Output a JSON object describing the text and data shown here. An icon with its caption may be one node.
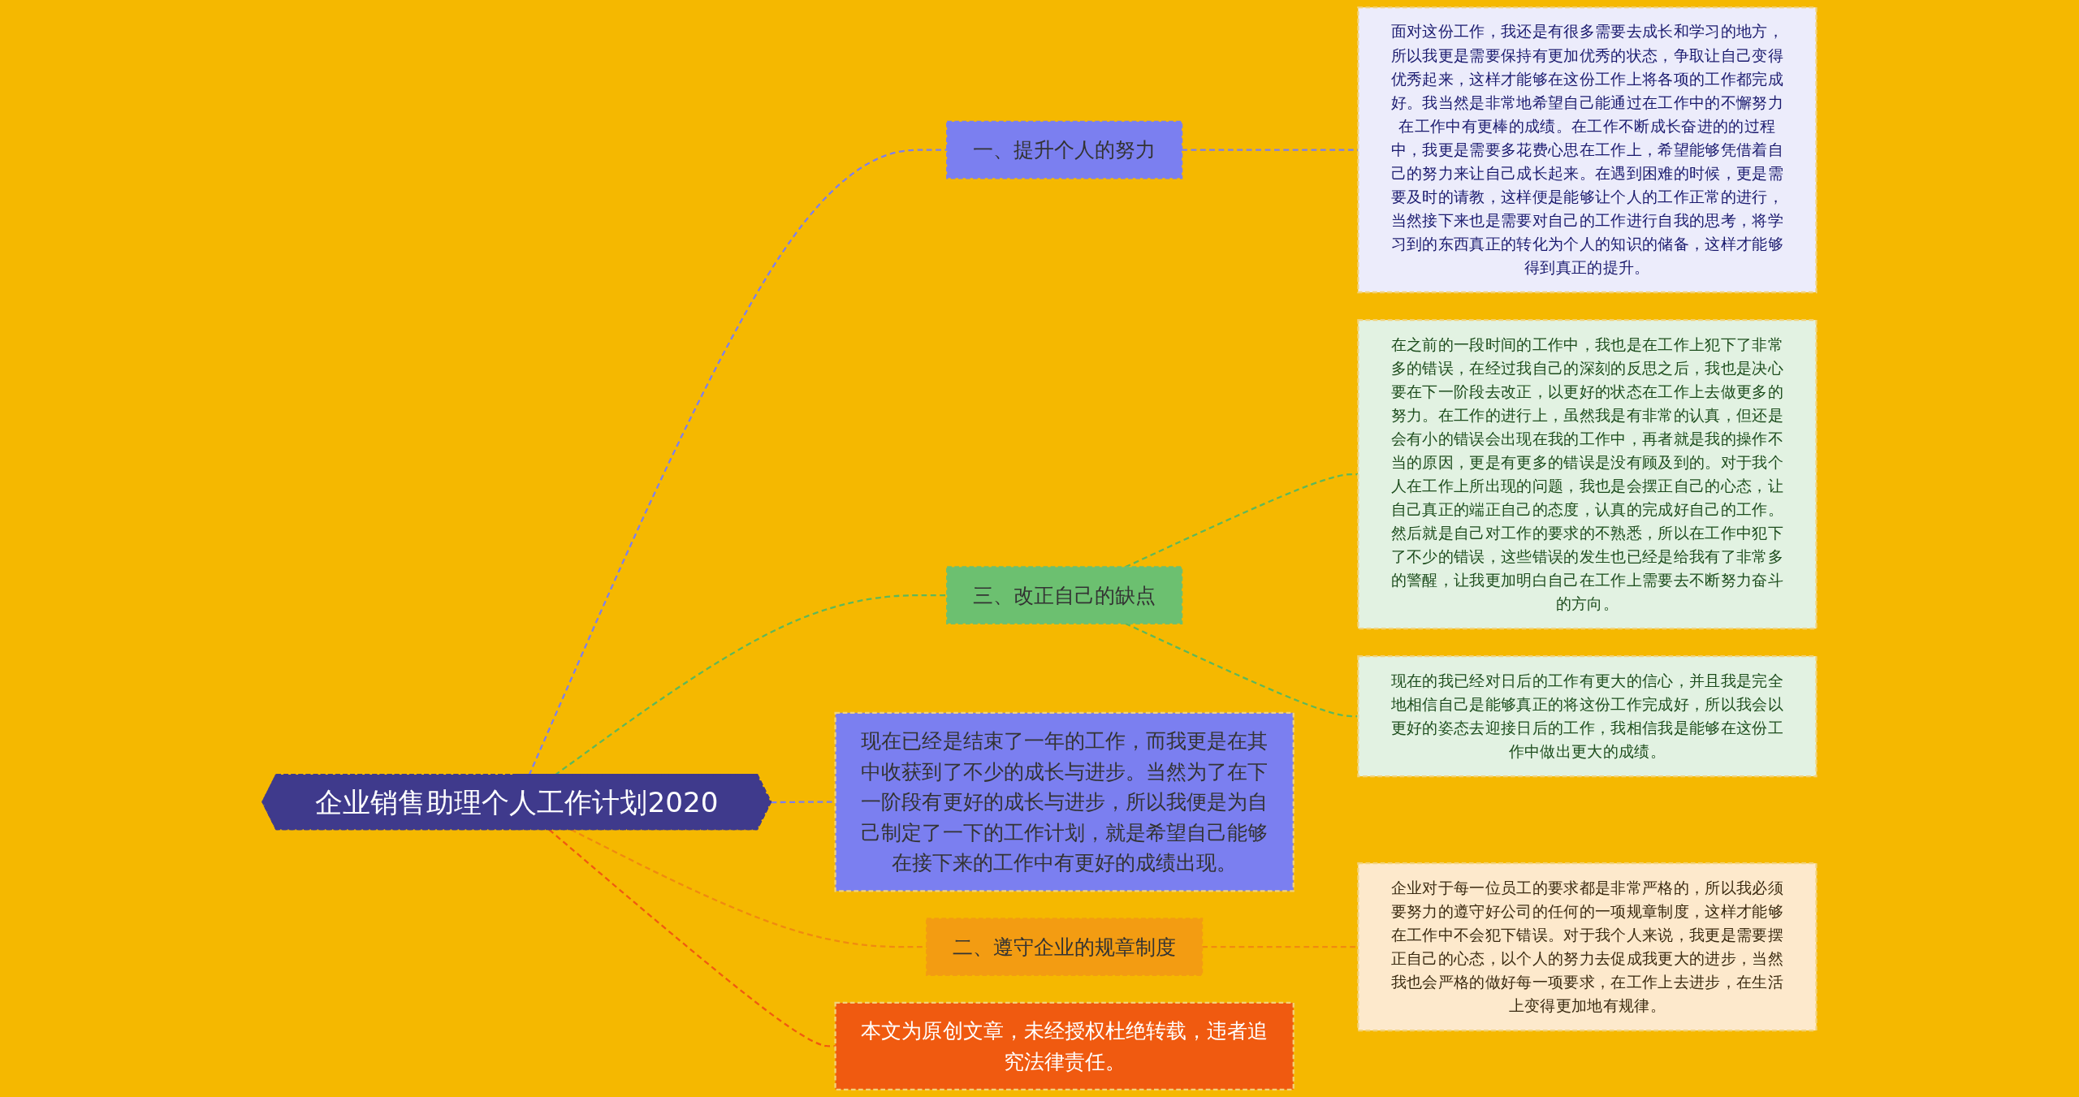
{
  "diagram": {
    "nodes": [
      {
        "text": [
          "企业销售助理个人工作计划2020"
        ]
      },
      {
        "text": [
          "一、提升个人的努力"
        ]
      },
      {
        "text": [
          "面对这份工作，我还是有很多需要去成长和学习的地方，所以我更是需要保持有更加优秀的状态，争取让自己变得优秀起来，这样才能够在这份工作上将各项的工作都完成好。我当然是非常地希望自己能通过在工作中的不懈努力在工作中有更棒的成绩。在工作不断成长奋进的的过程中，我更是需要多花费心思在工作上，希望能够凭借着自己的努力来让自己成长起来。在遇到困难的时候，更是需要及时的请教，这样便是能够让个人的工作正常的进行，当然接下来也是需要对自己的工作进行自我的思考，将学习到的东西真正的转化为个人的知识的储备，这样才能够得到真正的提升。"
        ]
      },
      {
        "text": [
          "三、改正自己的缺点"
        ]
      },
      {
        "text": [
          "在之前的一段时间的工作中，我也是在工作上犯下了非常多的错误，在经过我自己的深刻的反思之后，我也是决心要在下一阶段去改正，以更好的状态在工作上去做更多的努力。在工作的进行上，虽然我是有非常的认真，但还是会有小的错误会出现在我的工作中，再者就是我的操作不当的原因，更是有更多的错误是没有顾及到的。对于我个人在工作上所出现的问题，我也是会摆正自己的心态，让自己真正的端正自己的态度，认真的完成好自己的工作。然后就是自己对工作的要求的不熟悉，所以在工作中犯下了不少的错误，这些错误的发生也已经是给我有了非常多的警醒，让我更加明白自己在工作上需要去不断努力奋斗的方向。"
        ]
      },
      {
        "text": [
          "现在的我已经对日后的工作有更大的信心，并且我是完全地相信自己是能够真正的将这份工作完成好，所以我会以更好的姿态去迎接日后的工作，我相信我是能够在这份工作中做出更大的成绩。"
        ]
      },
      {
        "text": [
          "现在已经是结束了一年的工作，而我更是在其中收获到了不少的成长与进步。当然为了在下一阶段有更好的成长与进步，所以我便是为自己制定了一下的工作计划，就是希望自己能够在接下来的工作中有更好的成绩出现。"
        ]
      },
      {
        "text": [
          "二、遵守企业的规章制度"
        ]
      },
      {
        "text": [
          "企业对于每一位员工的要求都是非常严格的，所以我必须要努力的遵守好公司的任何的一项规章制度，这样才能够在工作中不会犯下错误。对于我个人来说，我更是需要摆正自己的心态，以个人的努力去促成我更大的进步，当然我也会严格的做好每一项要求，在工作上去进步，在生活上变得更加地有规律。"
        ]
      },
      {
        "text": [
          "本文为原创文章，未经授权杜绝转载，违者追究法律责任。"
        ]
      }
    ],
    "edges": [
      {
        "from": 0,
        "to": 1,
        "arrow": "none",
        "style": "dashed",
        "color": "#7b7ff0"
      },
      {
        "from": 1,
        "to": 2,
        "arrow": "none",
        "style": "dashed",
        "color": "#7b7ff0"
      },
      {
        "from": 0,
        "to": 3,
        "arrow": "none",
        "style": "dashed",
        "color": "#5cb85c"
      },
      {
        "from": 3,
        "to": 4,
        "arrow": "none",
        "style": "dashed",
        "color": "#5cb85c"
      },
      {
        "from": 3,
        "to": 5,
        "arrow": "none",
        "style": "dashed",
        "color": "#5cb85c"
      },
      {
        "from": 0,
        "to": 6,
        "arrow": "none",
        "style": "dashed",
        "color": "#7b7ff0"
      },
      {
        "from": 0,
        "to": 7,
        "arrow": "none",
        "style": "dashed",
        "color": "#f08a10"
      },
      {
        "from": 7,
        "to": 8,
        "arrow": "none",
        "style": "dashed",
        "color": "#f08a10"
      },
      {
        "from": 0,
        "to": 9,
        "arrow": "none",
        "style": "dashed",
        "color": "#f05a10"
      }
    ]
  }
}
